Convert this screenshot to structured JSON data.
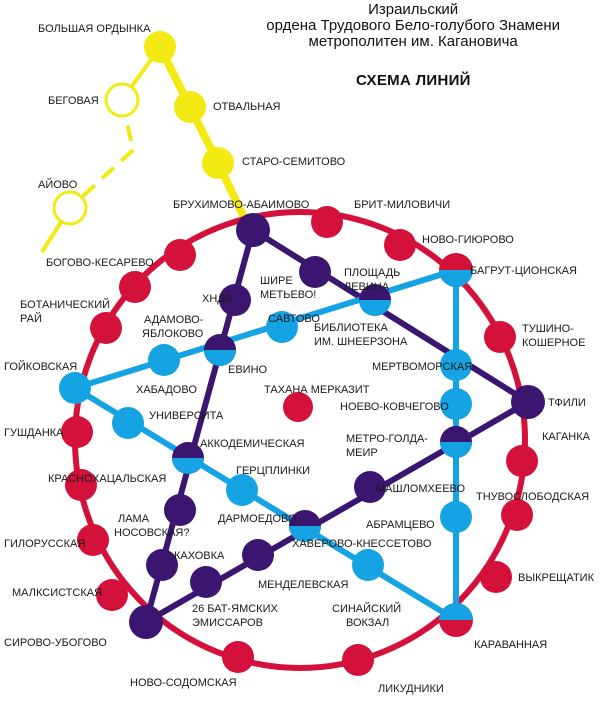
{
  "header": {
    "line1": "Израильский",
    "line2": "ордена Трудового Бело-голубого Знамени",
    "line3": "метрополитен им. Кагановича"
  },
  "schema_title": "СХЕМА ЛИНИЙ",
  "colors": {
    "red": "#d4113a",
    "yellow": "#f2ea12",
    "blue": "#15a3e3",
    "purple": "#3b1670",
    "label": "#1a1a1a"
  },
  "lines": [
    {
      "id": "red",
      "color": "#d4113a",
      "type": "ring"
    },
    {
      "id": "yellow",
      "color": "#f2ea12",
      "type": "branch"
    },
    {
      "id": "blue",
      "color": "#15a3e3",
      "type": "triangle"
    },
    {
      "id": "purple",
      "color": "#3b1670",
      "type": "triangle"
    }
  ],
  "stations": {
    "bolshaya_ordynka": "БОЛЬШАЯ ОРДЫНКА",
    "begovaya": "БЕГОВАЯ",
    "otvalnaya": "ОТВАЛЬНАЯ",
    "staro_semitovo": "СТАРО-СЕМИТОВО",
    "aiovo": "АЙОВО",
    "bogovo_kesarevo": "БОГОВО-КЕСАРЕВО",
    "bruhimovo_abaimovo": "БРУХИМОВО-АБАИМОВО",
    "brit_milovichi": "БРИТ-МИЛОВИЧИ",
    "novo_giurovo": "НОВО-ГИЮРОВО",
    "bagrut_cionskaya": "БАГРУТ-ЦИОНСКАЯ",
    "tushino_1": "ТУШИНО-",
    "tushino_2": "КОШЕРНОЕ",
    "botanicheskiy_1": "БОТАНИЧЕСКИЙ",
    "botanicheskiy_2": "РАЙ",
    "hndv": "ХНДВ",
    "shire_1": "ШИРЕ",
    "shire_2": "МЕТЬЕВО!",
    "ploshchad_1": "ПЛОЩАДЬ",
    "ploshchad_2": "ЛЕВИНА",
    "adamovo_1": "АДАМОВО-",
    "adamovo_2": "ЯБЛОКОВО",
    "savtovo": "САВТОВО",
    "biblioteka_1": "БИБЛИОТЕКА",
    "biblioteka_2": "ИМ. ШНЕЕРЗОНА",
    "goikovskaya": "ГОЙКОВСКАЯ",
    "habadovo": "ХАБАДОВО",
    "evino": "ЕВИНО",
    "mertvomorskaya": "МЕРТВОМОРСКАЯ",
    "tahana": "ТАХАНА МЕРКАЗИТ",
    "tfili": "ТФИЛИ",
    "universita": "УНИВЕРСИТА",
    "noevo_kovchegovo": "НОЕВО-КОВЧЕГОВО",
    "gushdanka": "ГУШДАНКА",
    "akkodemicheskaya": "АККОДЕМИЧЕСКАЯ",
    "metro_1": "МЕТРО-ГОЛДА-",
    "metro_2": "МЕИР",
    "kaganka": "КАГАНКА",
    "krasnohal": "КРАСНОХАЦАЛЬСКАЯ",
    "gercplinki": "ГЕРЦПЛИНКИ",
    "mashlomheevo": "МАШЛОМХЕЕВО",
    "tnuvoslobodskaya": "ТНУВОСЛОБОДСКАЯ",
    "lama_1": "ЛАМА",
    "lama_2": "НОСОВСКАЯ?",
    "darmoedovo": "ДАРМОЕДОВО",
    "abramcevo": "АБРАМЦЕВО",
    "gilorusskaya": "ГИЛОРУССКАЯ",
    "kahovka": "КАХОВКА",
    "haverovo": "ХАВЕРОВО-КНЕССЕТОВО",
    "vykreshchatik": "ВЫКРЕЩАТИК",
    "malksistskaya": "МАЛКСИСТСКАЯ",
    "mendeleevskaya": "МЕНДЕЛЕВСКАЯ",
    "sinaiskiy_1": "СИНАЙСКИЙ",
    "sinaiskiy_2": "ВОКЗАЛ",
    "bat_1": "26 БАТ-ЯМСКИХ",
    "bat_2": "ЭМИССАРОВ",
    "sirovo": "СИРОВО-УБОГОВО",
    "karavannaya": "КАРАВАННАЯ",
    "novo_sodomskaya": "НОВО-СОДОМСКАЯ",
    "likudniki": "ЛИКУДНИКИ"
  }
}
